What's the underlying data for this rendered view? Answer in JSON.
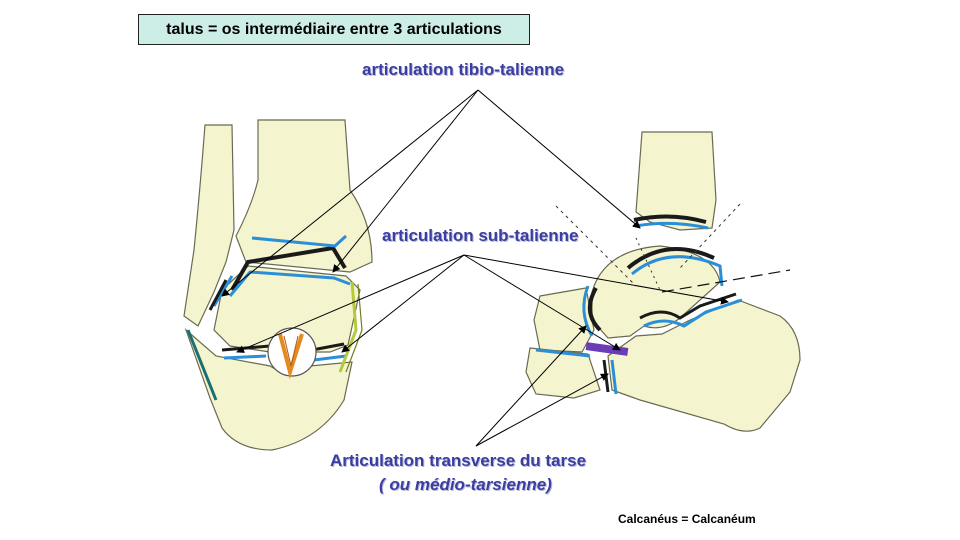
{
  "title": "talus = os intermédiaire entre 3 articulations",
  "labels": {
    "tibio_talienne": "articulation tibio-talienne",
    "sub_talienne": "articulation sub-talienne",
    "transverse": "Articulation  transverse du tarse",
    "medio_tarsienne": "( ou médio-tarsienne)"
  },
  "note": "Calcanéus = Calcanéum",
  "colors": {
    "bone_fill": "#f4f4cf",
    "cartilage": "#2b8fd8",
    "joint_line": "#1a1a1a",
    "label_text": "#3a3ea2",
    "ligament_orange": "#e58a22",
    "ligament_green": "#b5c93a",
    "ligament_teal": "#1b6f72",
    "ligament_purple": "#6a3cb8",
    "title_bg": "#cdeee7"
  }
}
